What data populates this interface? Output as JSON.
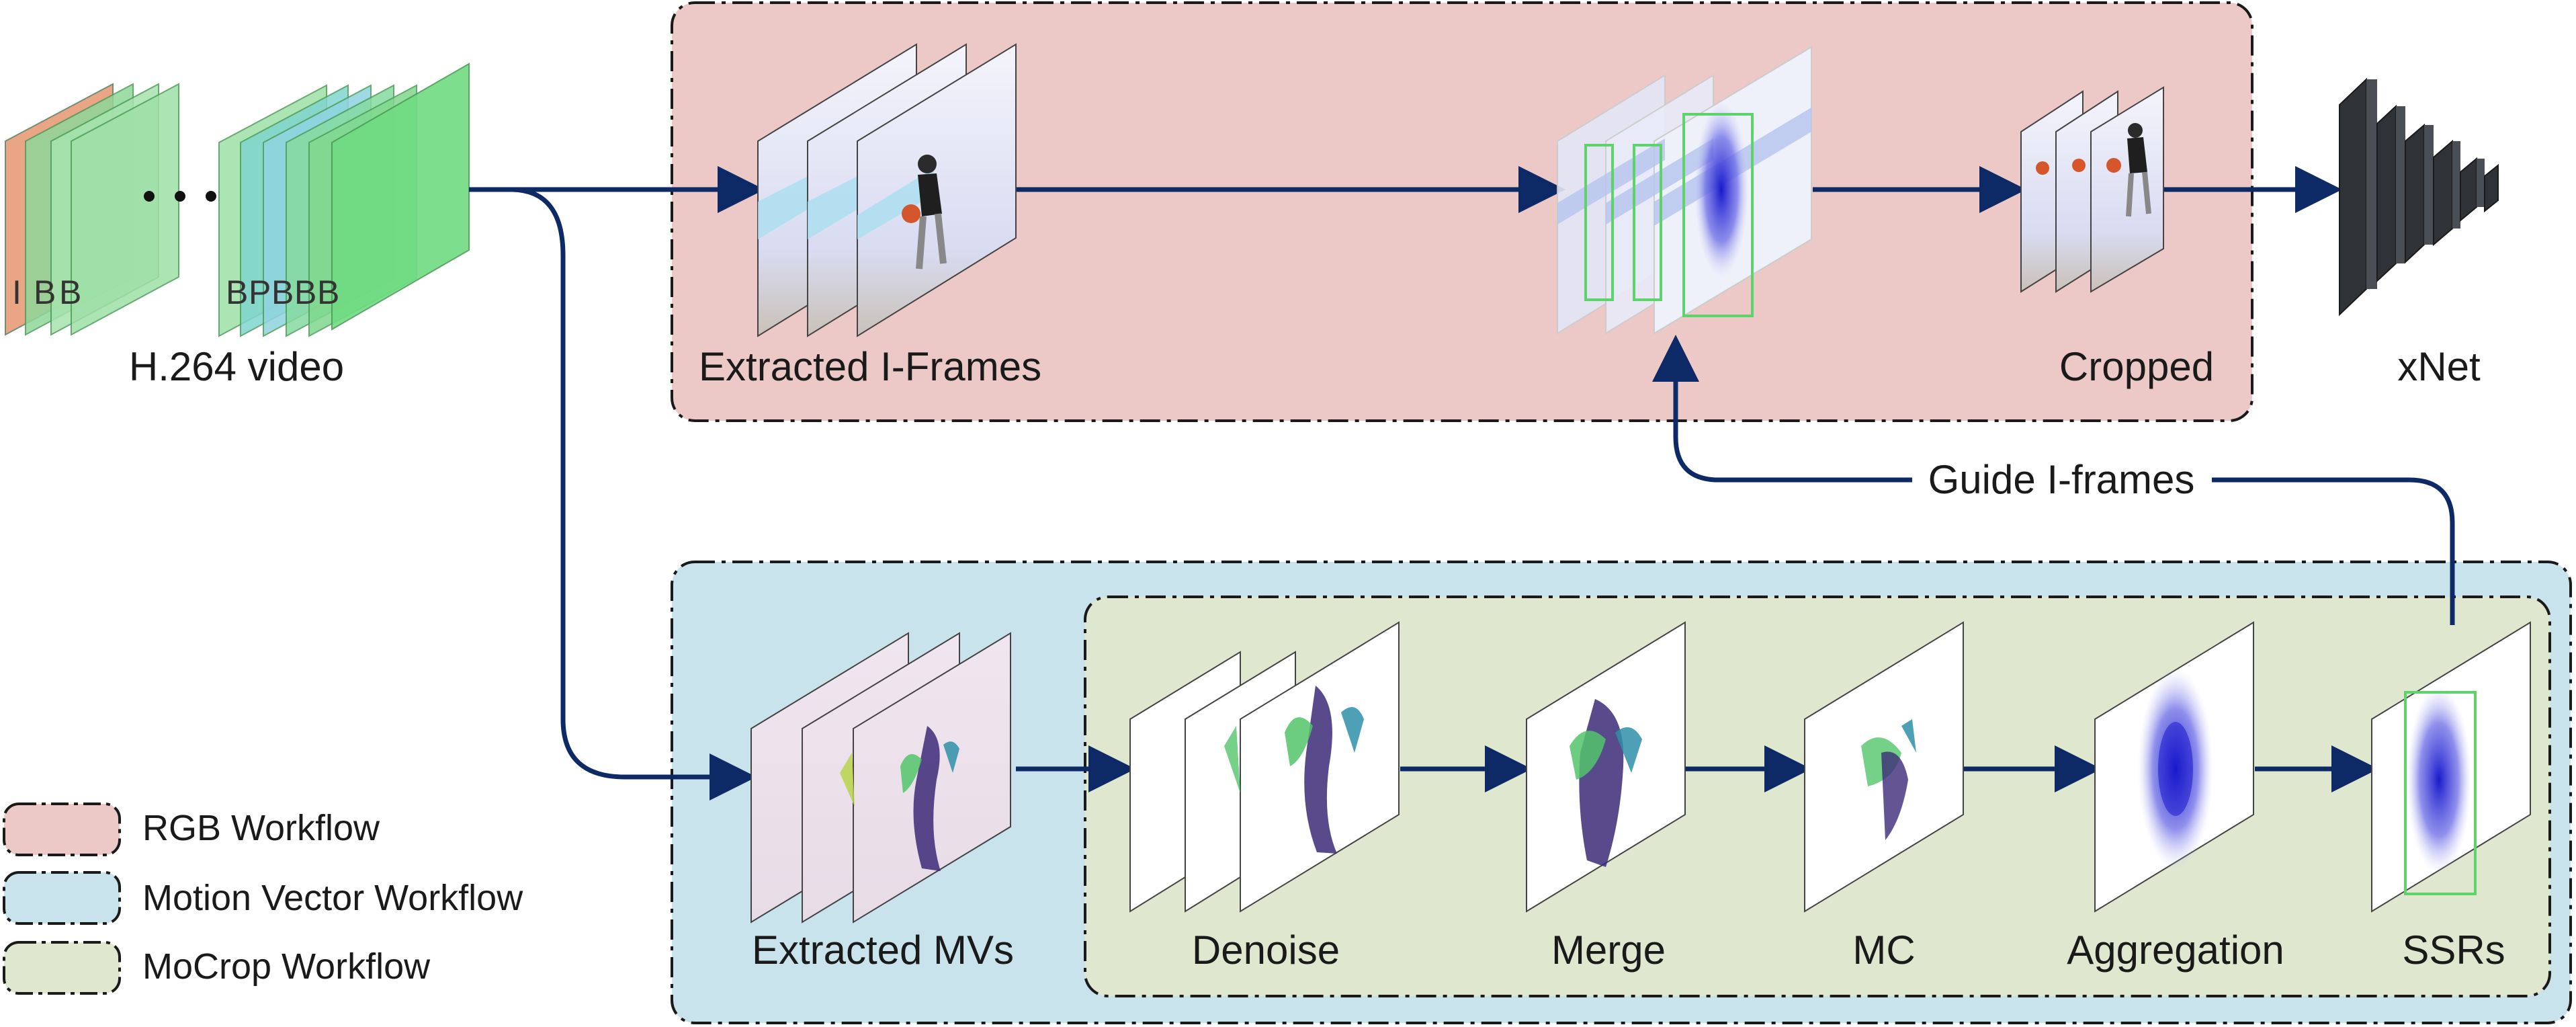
{
  "video": {
    "label": "H.264 video",
    "frame_letters_left": [
      "I",
      "B",
      "B"
    ],
    "frame_letters_right": [
      "B",
      "P",
      "B",
      "B",
      "B"
    ]
  },
  "rgb_workflow": {
    "extracted_label": "Extracted I-Frames",
    "cropped_label": "Cropped"
  },
  "network": {
    "label": "xNet"
  },
  "guide_label": "Guide I-frames",
  "motion_workflow": {
    "extracted_label": "Extracted MVs"
  },
  "mocrop_workflow": {
    "steps": [
      "Denoise",
      "Merge",
      "MC",
      "Aggregation",
      "SSRs"
    ]
  },
  "legend": [
    {
      "label": "RGB Workflow",
      "color": "#ecc9c7"
    },
    {
      "label": "Motion Vector Workflow",
      "color": "#c9e3ec"
    },
    {
      "label": "MoCrop Workflow",
      "color": "#dfe7cf"
    }
  ],
  "colors": {
    "arrow": "#0d2a66",
    "rgb_bg": "#ecc9c7",
    "mv_bg": "#c9e3ec",
    "mocrop_bg": "#dfe7cf",
    "green_frame": "#5ed36b",
    "net_dark": "#3b3f44"
  }
}
